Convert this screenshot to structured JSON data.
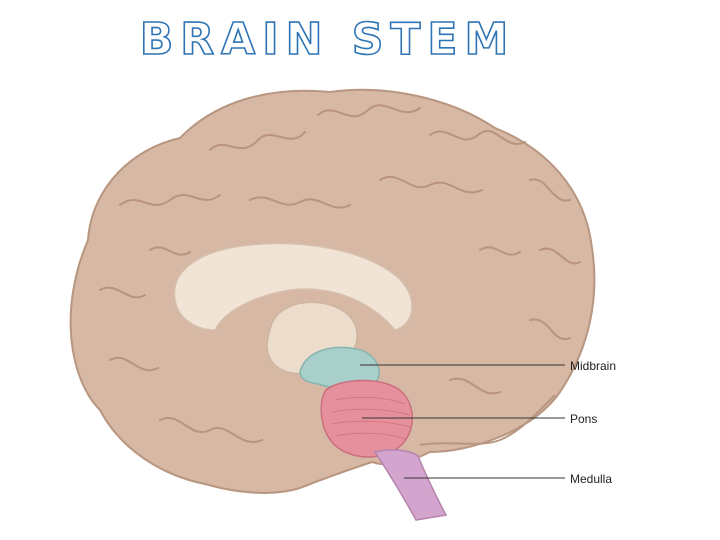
{
  "title": "BRAIN STEM",
  "labels": {
    "midbrain": "Midbrain",
    "pons": "Pons",
    "medulla": "Medulla"
  },
  "colors": {
    "title_outline": "#2e74b5",
    "cerebrum": "#d6b8a4",
    "cerebrum_shadow": "#c19f8a",
    "inner_white": "#f1e4d6",
    "midbrain": "#a9cfcb",
    "pons": "#e7909d",
    "medulla": "#d3a4cd"
  }
}
